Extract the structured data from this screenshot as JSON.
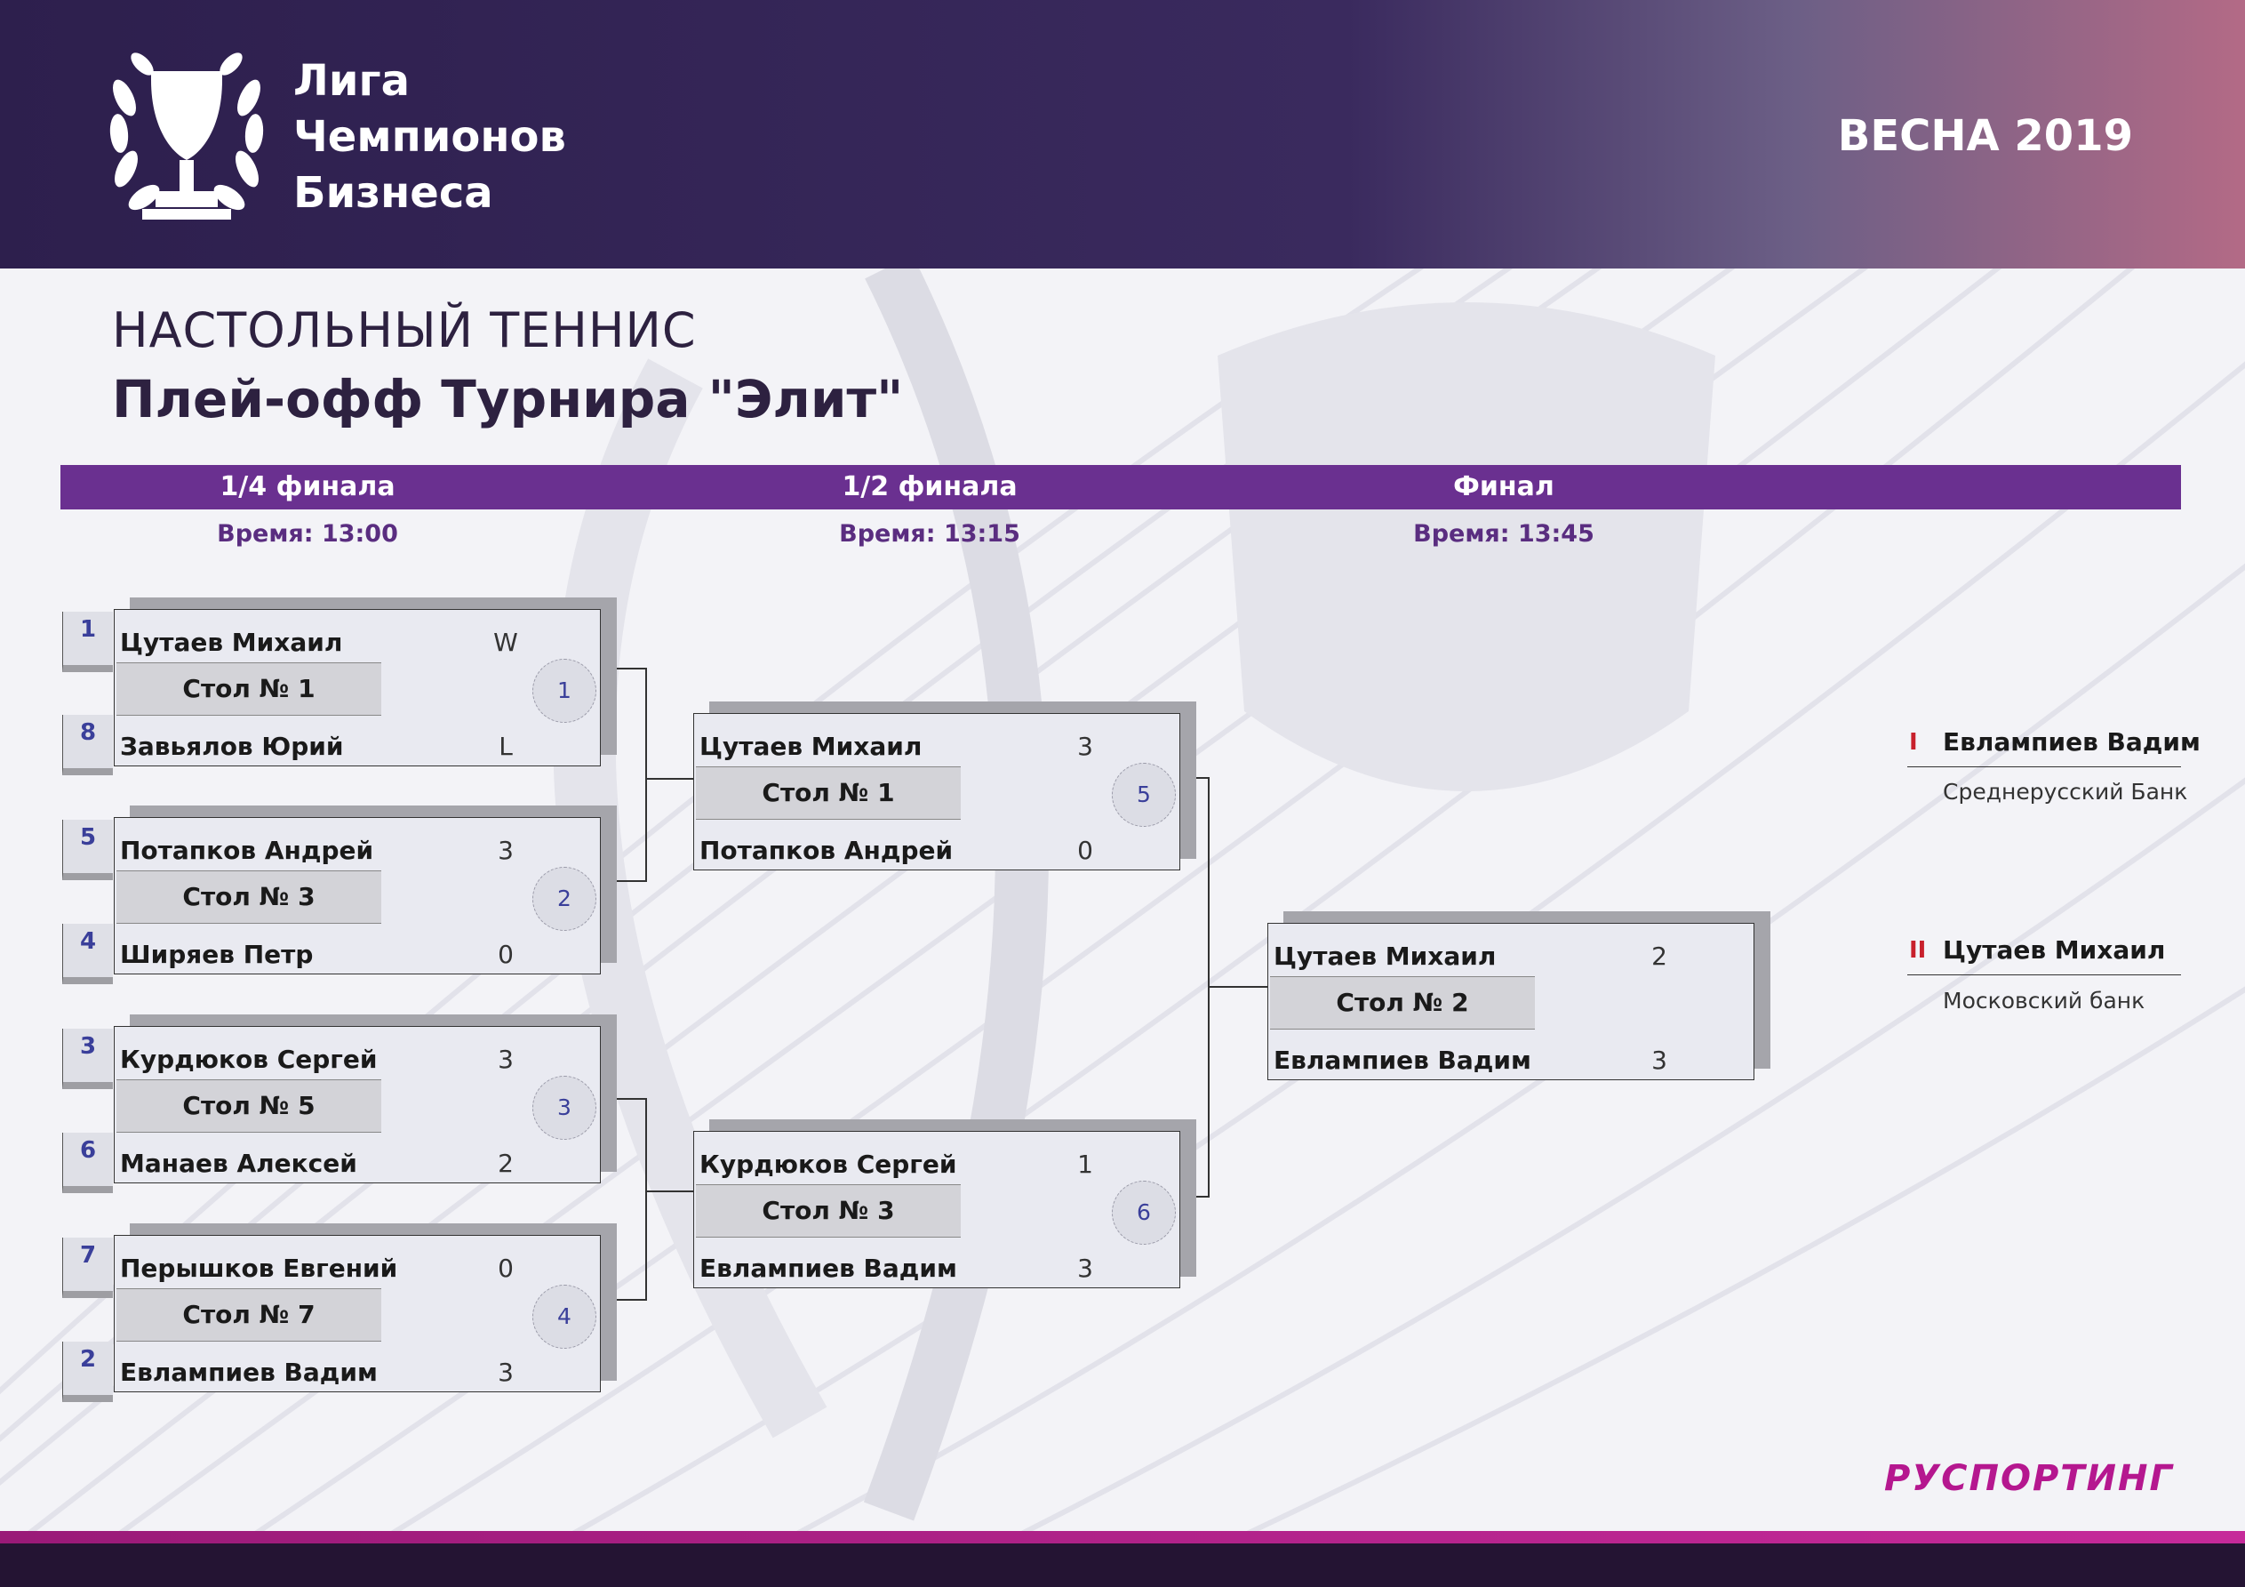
{
  "header": {
    "logo_lines": [
      "Лига",
      "Чемпионов",
      "Бизнеса"
    ],
    "season": "ВЕСНА 2019"
  },
  "sport": "НАСТОЛЬНЫЙ ТЕННИС",
  "event_title": "Плей-офф Турнира \"Элит\"",
  "rounds": [
    {
      "label": "1/4 финала",
      "time": "Время: 13:00"
    },
    {
      "label": "1/2 финала",
      "time": "Время: 13:15"
    },
    {
      "label": "Финал",
      "time": "Время: 13:45"
    }
  ],
  "seeds": [
    "1",
    "8",
    "5",
    "4",
    "3",
    "6",
    "7",
    "2"
  ],
  "matches": [
    {
      "num": "1",
      "p1": "Цутаев Михаил",
      "s1": "W",
      "table": "Стол № 1",
      "p2": "Завьялов Юрий",
      "s2": "L"
    },
    {
      "num": "2",
      "p1": "Потапков Андрей",
      "s1": "3",
      "table": "Стол № 3",
      "p2": "Ширяев Петр",
      "s2": "0"
    },
    {
      "num": "3",
      "p1": "Курдюков Сергей",
      "s1": "3",
      "table": "Стол № 5",
      "p2": "Манаев Алексей",
      "s2": "2"
    },
    {
      "num": "4",
      "p1": "Перышков Евгений",
      "s1": "0",
      "table": "Стол № 7",
      "p2": "Евлампиев Вадим",
      "s2": "3"
    },
    {
      "num": "5",
      "p1": "Цутаев Михаил",
      "s1": "3",
      "table": "Стол № 1",
      "p2": "Потапков Андрей",
      "s2": "0"
    },
    {
      "num": "6",
      "p1": "Курдюков Сергей",
      "s1": "1",
      "table": "Стол № 3",
      "p2": "Евлампиев Вадим",
      "s2": "3"
    },
    {
      "num": "",
      "p1": "Цутаев Михаил",
      "s1": "2",
      "table": "Стол № 2",
      "p2": "Евлампиев Вадим",
      "s2": "3"
    }
  ],
  "results": [
    {
      "place": "I",
      "name": "Евлампиев Вадим",
      "company": "Среднерусский Банк"
    },
    {
      "place": "II",
      "name": "Цутаев Михаил",
      "company": "Московский банк"
    }
  ],
  "sponsor": "РУСПОРТИНГ",
  "colors": {
    "header": "#2d1f4d",
    "accent": "#6a3090",
    "sponsor": "#b5178f"
  }
}
